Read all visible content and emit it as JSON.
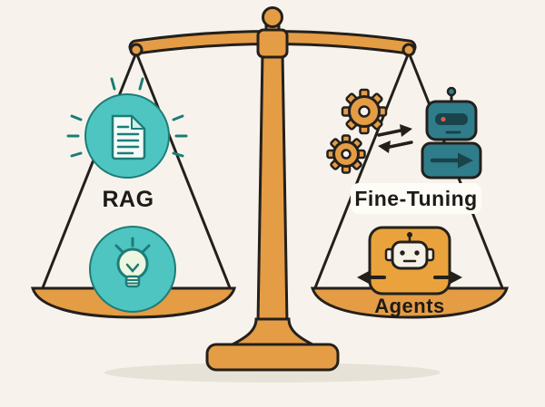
{
  "scene": {
    "left_pan": {
      "label": "RAG",
      "icons": [
        "document-icon",
        "sparkle-rays-icon",
        "lightbulb-icon"
      ]
    },
    "right_pan": {
      "label_top": "Fine-Tuning",
      "label_bottom": "Agents",
      "icons": [
        "gears-icon",
        "exchange-arrows-icon",
        "robot-icon",
        "agent-robot-icon",
        "left-arrow-icon",
        "right-arrow-icon"
      ]
    }
  },
  "colors": {
    "background": "#f7f3ec",
    "outline": "#23201c",
    "scale": "#e49c45",
    "teal": "#4ec5c1",
    "teal_dark": "#1d7c78",
    "doc_paper": "#f2fbf8",
    "doc_fold": "#cdeee9",
    "bulb": "#edf6e0",
    "robot": "#2f7d8a",
    "robot_dark": "#1a434c",
    "robot_eye": "#d95f4a",
    "agent_box": "#eaa33c",
    "agent_face": "#f6f1e6",
    "label_bg": "#fdfcf6",
    "text": "#1d1b17",
    "shadow": "#e7e2d7"
  }
}
